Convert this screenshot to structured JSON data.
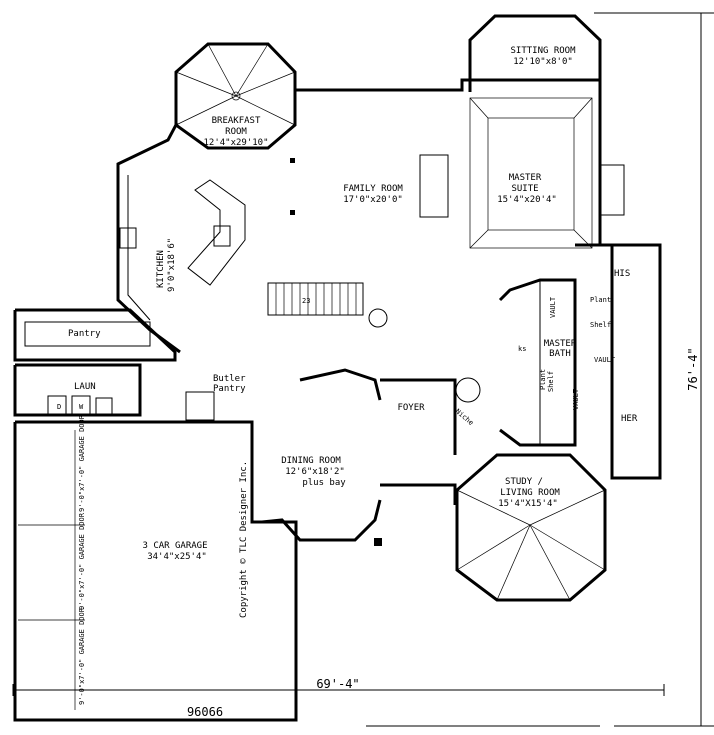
{
  "rooms": {
    "breakfast": {
      "name1": "BREAKFAST",
      "name2": "ROOM",
      "size": "12'4\"x29'10\""
    },
    "sitting": {
      "name": "SITTING ROOM",
      "size": "12'10\"x8'0\""
    },
    "family": {
      "name": "FAMILY ROOM",
      "size": "17'0\"x20'0\""
    },
    "master_suite": {
      "name1": "MASTER",
      "name2": "SUITE",
      "size": "15'4\"x20'4\""
    },
    "kitchen": {
      "name": "KITCHEN",
      "size": "9'0\"x18'6\""
    },
    "pantry": {
      "name": "Pantry"
    },
    "butler": {
      "name1": "Butler",
      "name2": "Pantry"
    },
    "laun": {
      "name": "LAUN"
    },
    "foyer": {
      "name": "FOYER"
    },
    "dining": {
      "name": "DINING ROOM",
      "size": "12'6\"x18'2\"",
      "note": "plus bay"
    },
    "garage": {
      "name": "3 CAR GARAGE",
      "size": "34'4\"x25'4\""
    },
    "study": {
      "name1": "STUDY /",
      "name2": "LIVING ROOM",
      "size": "15'4\"X15'4\""
    },
    "master_bath": {
      "name1": "MASTER",
      "name2": "BATH"
    },
    "his": {
      "name": "HIS"
    },
    "her": {
      "name": "HER"
    }
  },
  "annotations": {
    "vault_1": "VAULT",
    "vault_2": "VAULT",
    "vault_3": "VAULT",
    "plant_shelf_1a": "Plant",
    "plant_shelf_1b": "Shelf",
    "plant_shelf_2a": "Plant",
    "plant_shelf_2b": "Shelf",
    "niche": "Niche",
    "stair_count": "23",
    "ks": "ks",
    "garage_door": "9'-0\"x7'-0\" GARAGE DOOR",
    "washer": "W",
    "dryer": "D",
    "copyright": "Copyright © TLC Designer Inc."
  },
  "dimensions": {
    "width": "69'-4\"",
    "depth": "76'-4\""
  },
  "plan_number": "96066"
}
